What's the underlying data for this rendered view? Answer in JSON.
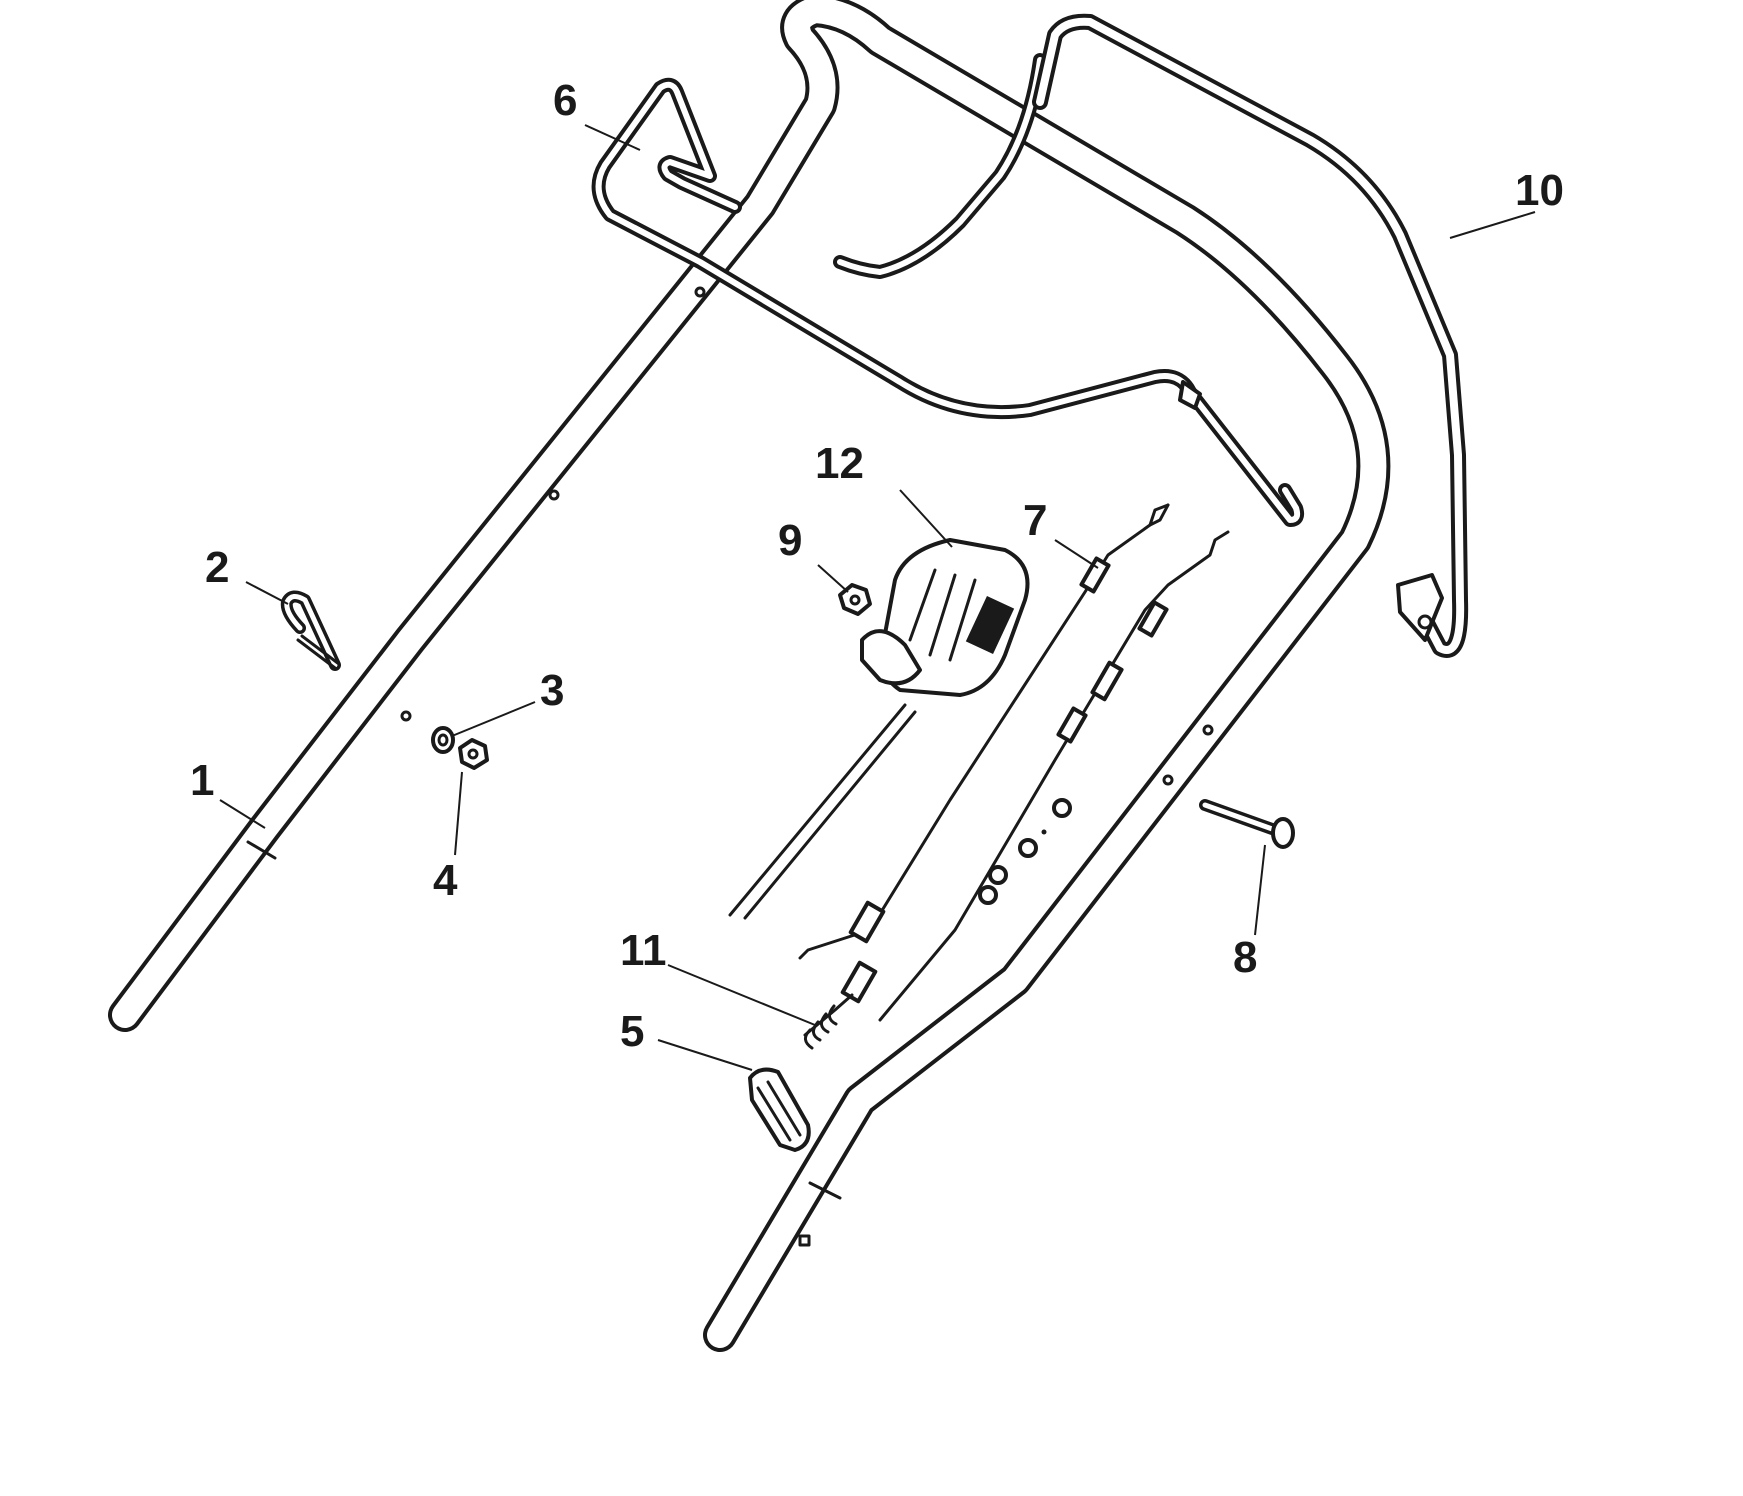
{
  "callouts": [
    {
      "id": "1",
      "text": "1"
    },
    {
      "id": "2",
      "text": "2"
    },
    {
      "id": "3",
      "text": "3"
    },
    {
      "id": "4",
      "text": "4"
    },
    {
      "id": "5",
      "text": "5"
    },
    {
      "id": "6",
      "text": "6"
    },
    {
      "id": "7",
      "text": "7"
    },
    {
      "id": "8",
      "text": "8"
    },
    {
      "id": "9",
      "text": "9"
    },
    {
      "id": "10",
      "text": "10"
    },
    {
      "id": "11",
      "text": "11"
    },
    {
      "id": "12",
      "text": "12"
    }
  ],
  "colors": {
    "line": "#1a1a1a",
    "background": "#ffffff"
  }
}
